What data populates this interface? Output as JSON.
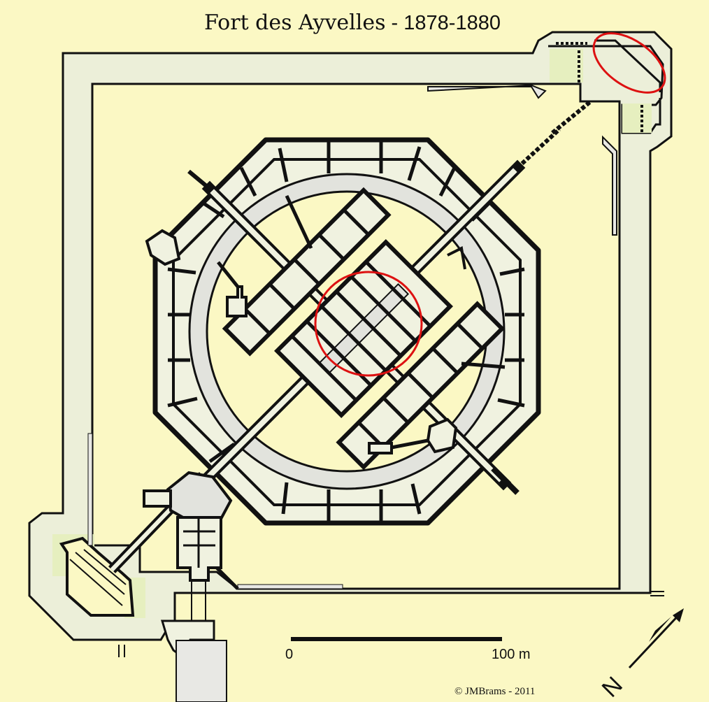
{
  "map": {
    "title_name": "Fort des Ayvelles",
    "title_dates": " - 1878-1880",
    "scale_zero": "0",
    "scale_max": "100 m",
    "copyright": "© JMBrams - 2011",
    "north_label": "N"
  },
  "colors": {
    "background": "#fbf8c4",
    "ground": "#f0f2e0",
    "rampart": "#e2e3dd",
    "walls": "#111111",
    "green_patch": "#e6efbf",
    "highlight": "#dd1111"
  },
  "highlights": [
    "highlight-bastion-north",
    "highlight-central-barracks"
  ]
}
